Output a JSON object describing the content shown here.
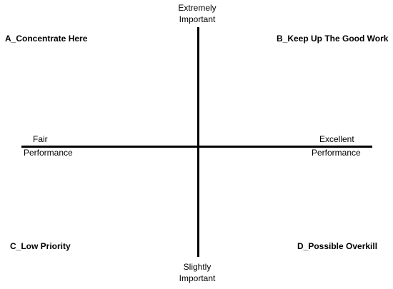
{
  "axes": {
    "top_label_line1": "Extremely",
    "top_label_line2": "Important",
    "bottom_label_line1": "Slightly",
    "bottom_label_line2": "Important",
    "left_label_line1": "Fair",
    "left_label_line2": "Performance",
    "right_label_line1": "Excellent",
    "right_label_line2": "Performance"
  },
  "quadrants": {
    "a": "A_Concentrate Here",
    "b": "B_Keep Up The Good Work",
    "c": "C_Low Priority",
    "d": "D_Possible Overkill"
  }
}
